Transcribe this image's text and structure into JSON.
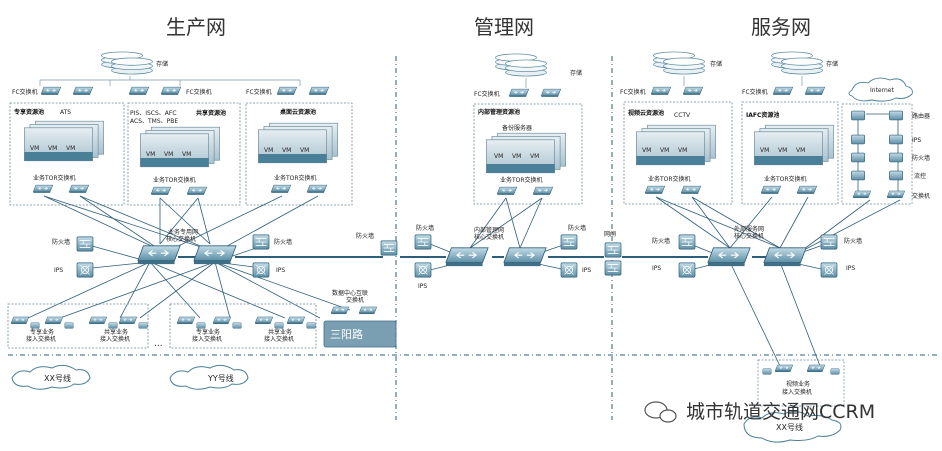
{
  "sections": {
    "production": "生产网",
    "management": "管理网",
    "service": "服务网",
    "external_partial": "外部服务网"
  },
  "labels": {
    "storage": "存储",
    "fc_switch": "FC交换机",
    "dedicated_pool": "专享资源池",
    "shared_pool": "共享资源池",
    "desktop_pool": "桌面云资源池",
    "ats": "ATS",
    "pis_line1": "PIS、ISCS、AFC",
    "pis_line2": "ACS、TMS、PBE",
    "vm": "VM",
    "tor_switch": "业务TOR交换机",
    "core_switch_l1": "业务专用网",
    "core_switch_l2": "核心交换机",
    "firewall": "防火墙",
    "ips": "IPS",
    "dedicated_access_l1": "专享业务",
    "shared_access_l1": "共享业务",
    "access_switch_l2": "接入交换机",
    "ellipsis": "...",
    "dc_interconnect_l1": "数据中心互联",
    "dc_interconnect_l2": "交换机",
    "sanyang": "三阳路",
    "xx_line": "XX号线",
    "yy_line": "YY号线",
    "mgmt_pool": "内部管理资源池",
    "backup_server": "备份服务器",
    "mgmt_core_l1": "内部管理网",
    "mgmt_core_l2": "核心交换机",
    "gatekeeper": "网闸",
    "video_pool": "视频云资源池",
    "cctv": "CCTV",
    "iafc_pool": "IAFC资源池",
    "ext_core_l1": "外部服务网",
    "ext_core_l2": "核心交换机",
    "internet": "Internet",
    "router": "路由器",
    "flow_control": "流控",
    "switch": "交换机",
    "video_access_l1": "视频业务",
    "video_access_l2": "接入交换机",
    "watermark": "城市轨道交通网CCRM"
  },
  "colors": {
    "line": "#2e5f7a",
    "device": "#4a7f98",
    "device_light": "#9cc0d0",
    "box": "#6a8a9a"
  }
}
